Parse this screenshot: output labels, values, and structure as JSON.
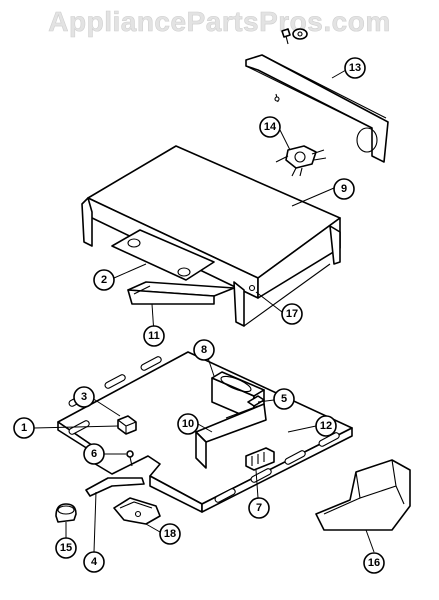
{
  "watermark": "AppliancePartsPros.com",
  "callouts": [
    {
      "id": "c13",
      "label": "13"
    },
    {
      "id": "c14",
      "label": "14"
    },
    {
      "id": "c9",
      "label": "9"
    },
    {
      "id": "c2",
      "label": "2"
    },
    {
      "id": "c17",
      "label": "17"
    },
    {
      "id": "c11",
      "label": "11"
    },
    {
      "id": "c8",
      "label": "8"
    },
    {
      "id": "c3",
      "label": "3"
    },
    {
      "id": "c5",
      "label": "5"
    },
    {
      "id": "c1",
      "label": "1"
    },
    {
      "id": "c10",
      "label": "10"
    },
    {
      "id": "c12",
      "label": "12"
    },
    {
      "id": "c6",
      "label": "6"
    },
    {
      "id": "c7",
      "label": "7"
    },
    {
      "id": "c18",
      "label": "18"
    },
    {
      "id": "c15",
      "label": "15"
    },
    {
      "id": "c4",
      "label": "4"
    },
    {
      "id": "c16",
      "label": "16"
    }
  ]
}
